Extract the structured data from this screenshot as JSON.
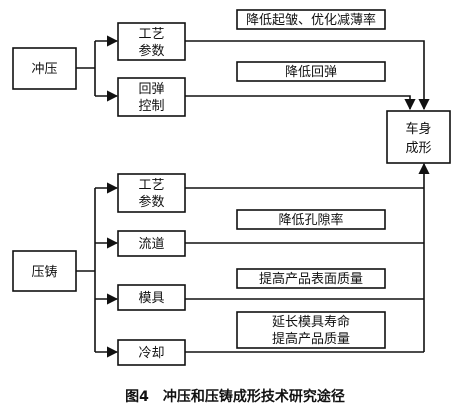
{
  "stamping": {
    "label": "冲压",
    "branches": [
      {
        "lines": [
          "工艺",
          "参数"
        ],
        "goal": [
          "降低起皱、优化减薄率"
        ]
      },
      {
        "lines": [
          "回弹",
          "控制"
        ],
        "goal": [
          "降低回弹"
        ]
      }
    ]
  },
  "casting": {
    "label": "压铸",
    "branches": [
      {
        "lines": [
          "工艺",
          "参数"
        ],
        "goal": []
      },
      {
        "lines": [
          "流道"
        ],
        "goal": [
          "降低孔隙率"
        ]
      },
      {
        "lines": [
          "模具"
        ],
        "goal": [
          "提高产品表面质量"
        ]
      },
      {
        "lines": [
          "冷却"
        ],
        "goal": [
          "延长模具寿命",
          "提高产品质量"
        ]
      }
    ]
  },
  "target": {
    "lines": [
      "车身",
      "成形"
    ]
  },
  "caption": "图4　冲压和压铸成形技术研究途径"
}
